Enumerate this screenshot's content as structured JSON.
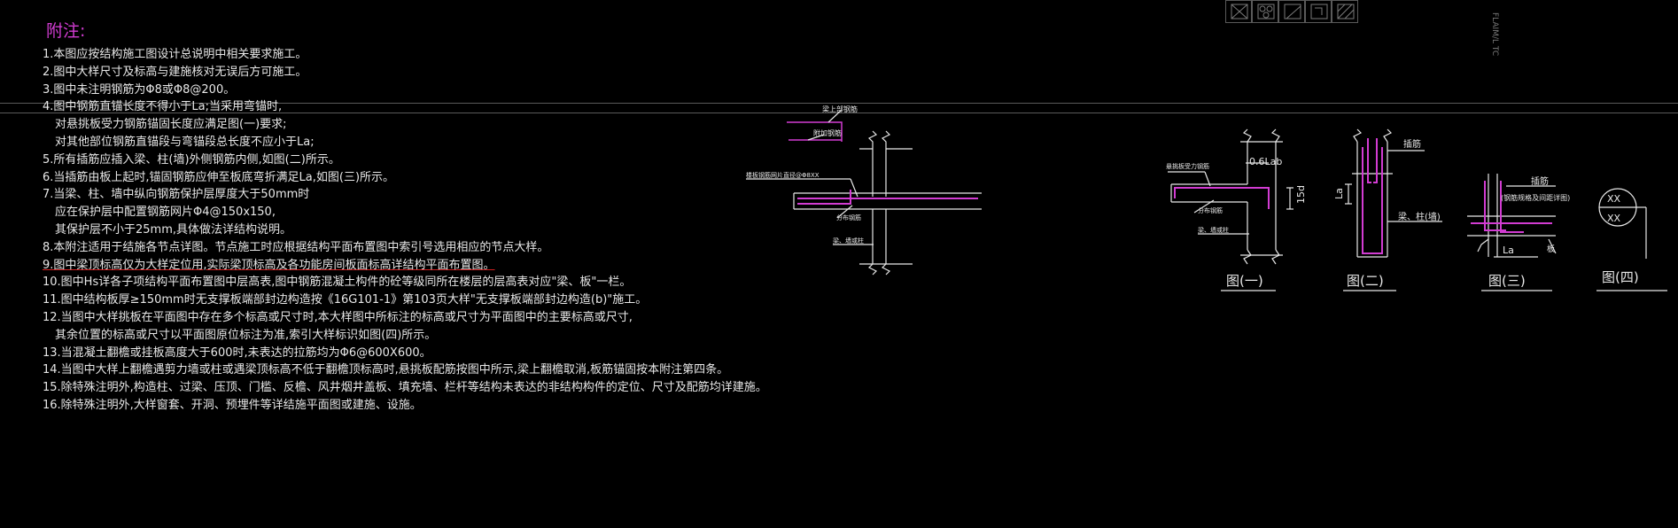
{
  "notes_title": "附注:",
  "notes": [
    {
      "text": "1.本图应按结构施工图设计总说明中相关要求施工。"
    },
    {
      "text": "2.图中大样尺寸及标高与建施核对无误后方可施工。"
    },
    {
      "text": "3.图中未注明钢筋为Φ8或Φ8@200。"
    },
    {
      "text": "4.图中钢筋直锚长度不得小于La;当采用弯锚时,"
    },
    {
      "text": "对悬挑板受力钢筋锚固长度应满足图(一)要求;",
      "indent": true
    },
    {
      "text": "对其他部位钢筋直锚段与弯锚段总长度不应小于La;",
      "indent": true
    },
    {
      "text": "5.所有插筋应插入梁、柱(墙)外侧钢筋内侧,如图(二)所示。"
    },
    {
      "text": "6.当插筋由板上起时,锚固钢筋应伸至板底弯折满足La,如图(三)所示。"
    },
    {
      "text": "7.当梁、柱、墙中纵向钢筋保护层厚度大于50mm时"
    },
    {
      "text": "应在保护层中配置钢筋网片Φ4@150x150,",
      "indent": true
    },
    {
      "text": "其保护层不小于25mm,具体做法详结构说明。",
      "indent": true
    },
    {
      "text": "8.本附注适用于结施各节点详图。节点施工时应根据结构平面布置图中索引号选用相应的节点大样。"
    },
    {
      "text": "9.图中梁顶标高仅为大样定位用,实际梁顶标高及各功能房间板面标高详结构平面布置图。",
      "underline": true
    },
    {
      "text": "10.图中Hs详各子项结构平面布置图中层高表,图中钢筋混凝土构件的砼等级同所在楼层的层高表对应\"梁、板\"一栏。"
    },
    {
      "text": "11.图中结构板厚≥150mm时无支撑板端部封边构造按《16G101-1》第103页大样\"无支撑板端部封边构造(b)\"施工。"
    },
    {
      "text": "12.当图中大样挑板在平面图中存在多个标高或尺寸时,本大样图中所标注的标高或尺寸为平面图中的主要标高或尺寸,"
    },
    {
      "text": "其余位置的标高或尺寸以平面图原位标注为准,索引大样标识如图(四)所示。",
      "indent": true
    },
    {
      "text": "13.当混凝土翻檐或挂板高度大于600时,未表达的拉筋均为Φ6@600X600。"
    },
    {
      "text": "14.当图中大样上翻檐遇剪力墙或柱或遇梁顶标高不低于翻檐顶标高时,悬挑板配筋按图中所示,梁上翻檐取消,板筋锚固按本附注第四条。"
    },
    {
      "text": "15.除特殊注明外,构造柱、过梁、压顶、门槛、反檐、风井烟井盖板、填充墙、栏杆等结构未表达的非结构构件的定位、尺寸及配筋均详建施。"
    },
    {
      "text": "16.除特殊注明外,大样窗套、开洞、预埋件等详结施平面图或建施、设施。"
    }
  ],
  "node_detail": {
    "labels": {
      "top_bar": "梁上部钢筋",
      "anchor_bar": "附加钢筋",
      "side_note": "楼板钢筋网片直径@Φ8XX",
      "dist_bar": "分布钢筋",
      "beam_label": "梁、墙或柱"
    }
  },
  "figures": [
    {
      "caption": "图(一)",
      "labels": {
        "cantilever": "悬挑板受力钢筋",
        "dim_top": "0.6Lab",
        "dim_side": "15d",
        "dist": "分布钢筋",
        "beam": "梁、墙或柱"
      }
    },
    {
      "caption": "图(二)",
      "labels": {
        "insert": "插筋",
        "la": "La",
        "beam": "梁、柱(墙)"
      }
    },
    {
      "caption": "图(三)",
      "labels": {
        "insert": "插筋",
        "insert_note": "(钢筋规格及间距详图)",
        "la": "La",
        "slab": "板"
      }
    },
    {
      "caption": "图(四)",
      "labels": {
        "mark_top": "XX",
        "mark_bottom": "XX"
      }
    }
  ],
  "toolbar": {
    "icons": [
      "hatch-cross-icon",
      "hatch-gravel-icon",
      "hatch-diagonal-icon",
      "hatch-step-icon",
      "hatch-lines-icon"
    ]
  },
  "side_text": "FLAIM/L  TC",
  "colors": {
    "background": "#000000",
    "text": "#e8e8e8",
    "rebar": "#d23cd2",
    "title": "#d23cd2",
    "underline": "#d02020",
    "frame": "#5a5a5a"
  }
}
